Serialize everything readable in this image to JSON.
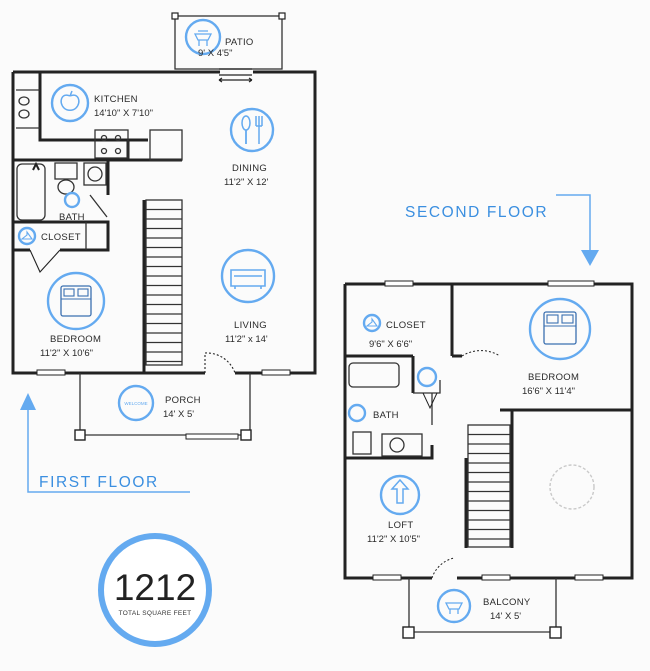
{
  "colors": {
    "accent": "#64aaf0",
    "wall": "#222222"
  },
  "first_floor": {
    "label": "FIRST FLOOR",
    "rooms": [
      {
        "name": "PATIO",
        "size": "9' X 4'5\"",
        "icon": "grill-icon"
      },
      {
        "name": "KITCHEN",
        "size": "14'10\" X 7'10\"",
        "icon": "apple-icon"
      },
      {
        "name": "DINING",
        "size": "11'2\" X 12'",
        "icon": "utensils-icon"
      },
      {
        "name": "BATH",
        "size": "",
        "icon": "sink-icon"
      },
      {
        "name": "CLOSET",
        "size": "",
        "icon": "hanger-icon"
      },
      {
        "name": "BEDROOM",
        "size": "11'2\" X 10'6\"",
        "icon": "bed-icon"
      },
      {
        "name": "LIVING",
        "size": "11'2\" x 14'",
        "icon": "sofa-icon"
      },
      {
        "name": "PORCH",
        "size": "14' X 5'",
        "icon": "welcome-mat-icon"
      }
    ],
    "welcome_text": "WELCOME"
  },
  "second_floor": {
    "label": "SECOND FLOOR",
    "rooms": [
      {
        "name": "CLOSET",
        "size": "9'6\" X 6'6\"",
        "icon": "hanger-icon"
      },
      {
        "name": "BEDROOM",
        "size": "16'6\" X 11'4\"",
        "icon": "bed-icon"
      },
      {
        "name": "BATH",
        "size": "",
        "icon": "sink-icon"
      },
      {
        "name": "LOFT",
        "size": "11'2\" X 10'5\"",
        "icon": "arrow-up-icon"
      },
      {
        "name": "BALCONY",
        "size": "14' X 5'",
        "icon": "grill-icon"
      }
    ]
  },
  "total": {
    "value": "1212",
    "label": "TOTAL SQUARE FEET"
  }
}
